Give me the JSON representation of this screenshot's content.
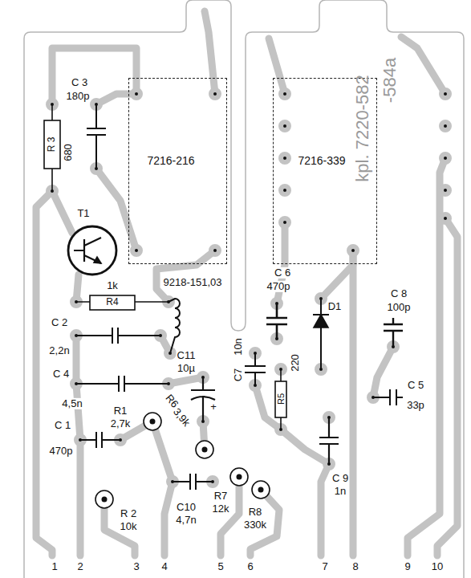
{
  "diagram": {
    "nodes": [
      {
        "text": [
          "7216-216"
        ]
      },
      {
        "text": [
          "7216-339"
        ]
      }
    ],
    "labels": [
      "C 3",
      "180p",
      "R 3",
      "680",
      "T1",
      "1k",
      "R4",
      "9218-151,03",
      "C 6",
      "470p",
      "D1",
      "C 8",
      "100p",
      "C 2",
      "2,2n",
      "C11",
      "10µ",
      "10n",
      "C7",
      "220",
      "R5",
      "C 4",
      "4,5n",
      "+",
      "C 5",
      "33p",
      "R1",
      "2,7k",
      "R6",
      "3,9k",
      "C 1",
      "470p",
      "C 9",
      "1n",
      "C10",
      "4,7n",
      "R7",
      "12k",
      "R 2",
      "10k",
      "R8",
      "330k",
      "1",
      "2",
      "3",
      "4",
      "5",
      "6",
      "7",
      "8",
      "9",
      "10",
      "kpl. 7220-582",
      "-584a"
    ]
  }
}
